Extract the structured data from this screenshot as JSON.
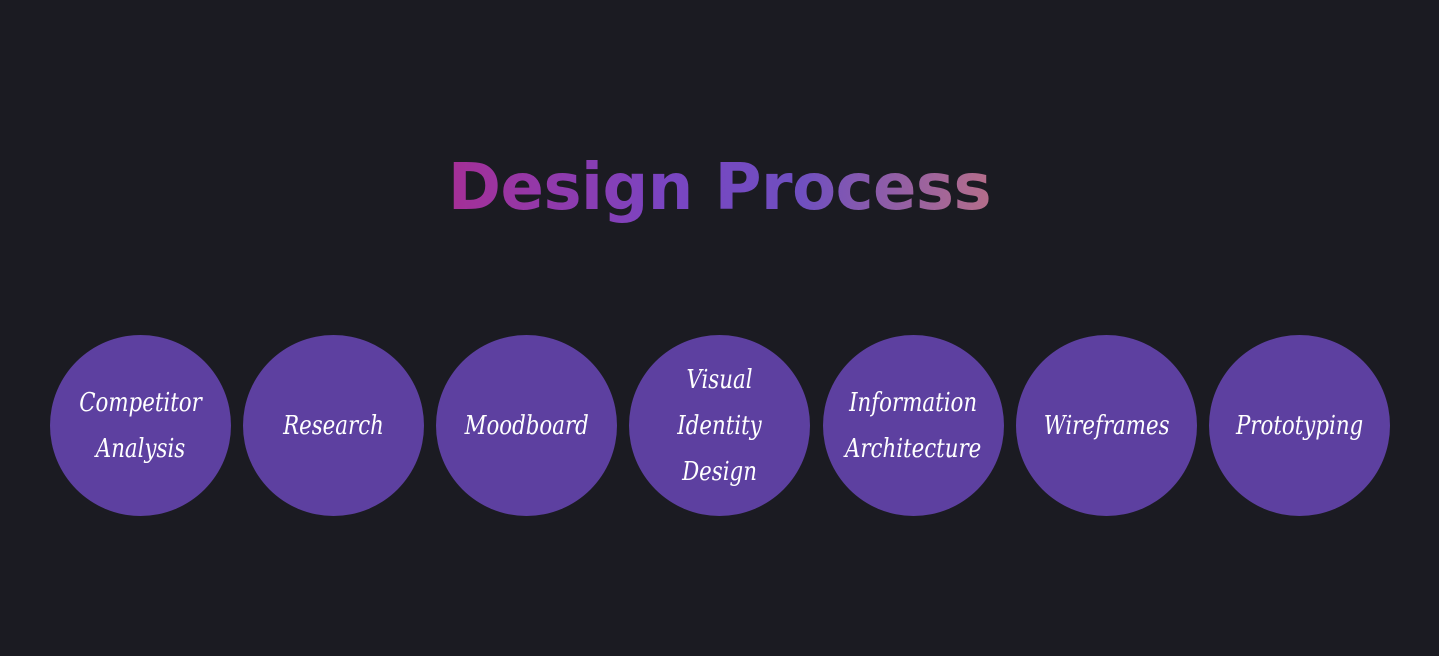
{
  "header": {
    "title": "Design Process"
  },
  "steps": [
    {
      "label": "Competitor Analysis"
    },
    {
      "label": "Research"
    },
    {
      "label": "Moodboard"
    },
    {
      "label": "Visual Identity Design"
    },
    {
      "label": "Information Architecture"
    },
    {
      "label": "Wireframes"
    },
    {
      "label": "Prototyping"
    }
  ],
  "colors": {
    "background": "#1b1b22",
    "circle_fill": "#5d40a0",
    "title_gradient_start": "#a52f96",
    "title_gradient_end": "#b56e8a",
    "label_text": "#ffffff"
  }
}
